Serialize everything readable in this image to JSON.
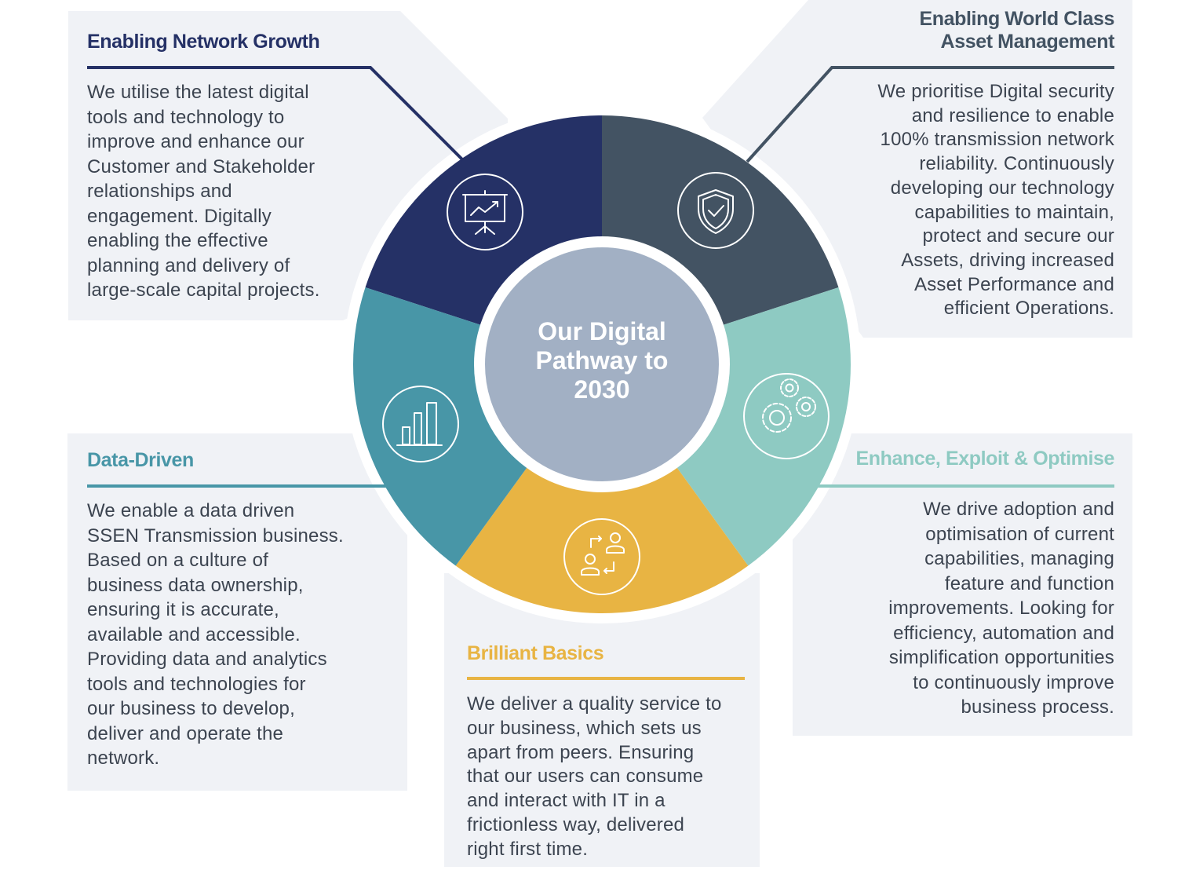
{
  "center": {
    "lines": [
      "Our Digital",
      "Pathway to",
      "2030"
    ]
  },
  "sections": {
    "network_growth": {
      "title": "Enabling Network Growth",
      "color": "#253166",
      "body": [
        "We utilise the latest digital",
        "tools and technology to",
        "improve and enhance our",
        "Customer and Stakeholder",
        "relationships and",
        "engagement. Digitally",
        "enabling the effective",
        "planning and delivery of",
        "large-scale capital projects."
      ],
      "icon": "presentation-chart-icon"
    },
    "asset_management": {
      "title_lines": [
        "Enabling World Class",
        "Asset Management"
      ],
      "color": "#435363",
      "body": [
        "We prioritise Digital security",
        "and resilience to enable",
        "100% transmission network",
        "reliability. Continuously",
        "developing our technology",
        "capabilities to maintain,",
        "protect and secure our",
        "Assets, driving increased",
        "Asset Performance and",
        "efficient Operations."
      ],
      "icon": "shield-check-icon"
    },
    "optimise": {
      "title": "Enhance, Exploit & Optimise",
      "color": "#8ecac2",
      "body": [
        "We drive adoption and",
        "optimisation of current",
        "capabilities, managing",
        "feature and function",
        "improvements. Looking for",
        "efficiency, automation and",
        "simplification opportunities",
        "to continuously improve",
        "business process."
      ],
      "icon": "gears-icon"
    },
    "brilliant_basics": {
      "title": "Brilliant Basics",
      "color": "#e8b443",
      "body": [
        "We deliver a quality service to",
        "our business, which sets us",
        "apart from peers. Ensuring",
        "that our users can consume",
        "and interact with IT in a",
        "frictionless way, delivered",
        "right first time."
      ],
      "icon": "users-exchange-icon"
    },
    "data_driven": {
      "title": "Data-Driven",
      "color": "#4896a7",
      "body": [
        "We enable a data driven",
        "SSEN Transmission business.",
        "Based on a culture of",
        "business data ownership,",
        "ensuring it is accurate,",
        "available and accessible.",
        "Providing data and analytics",
        "tools and technologies for",
        "our business to develop,",
        "deliver and operate the",
        "network."
      ],
      "icon": "bar-chart-icon"
    }
  },
  "colors": {
    "hub": "#a2b0c4",
    "panel": "#f0f2f6",
    "body_text": "#3c4450"
  }
}
